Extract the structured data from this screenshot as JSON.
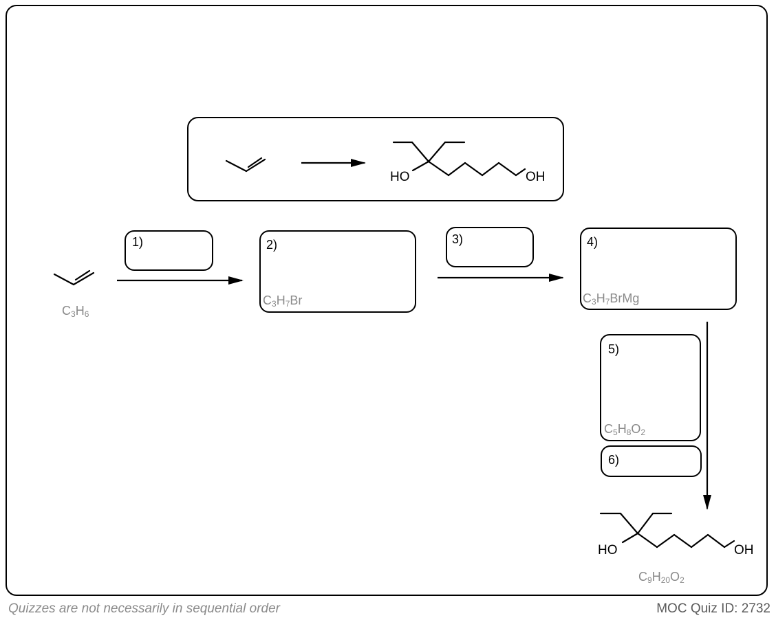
{
  "quiz": {
    "footer_note": "Quizzes are not necessarily in sequential order",
    "quiz_id_text": "MOC Quiz ID: 2732"
  },
  "overview": {
    "starting_material_icon": "propene-skeletal-structure",
    "product_icon": "diol-skeletal-structure",
    "product_labels": {
      "left_oh": "HO",
      "right_oh": "OH"
    }
  },
  "scheme": {
    "starting_material": {
      "formula": [
        {
          "t": "C"
        },
        {
          "s": "3"
        },
        {
          "t": "H"
        },
        {
          "s": "6"
        }
      ]
    },
    "steps": [
      {
        "label": "1)"
      },
      {
        "label": "2)",
        "formula": [
          {
            "t": "C"
          },
          {
            "s": "3"
          },
          {
            "t": "H"
          },
          {
            "s": "7"
          },
          {
            "t": "Br"
          }
        ]
      },
      {
        "label": "3)"
      },
      {
        "label": "4)",
        "formula": [
          {
            "t": "C"
          },
          {
            "s": "3"
          },
          {
            "t": "H"
          },
          {
            "s": "7"
          },
          {
            "t": "BrMg"
          }
        ]
      },
      {
        "label": "5)",
        "formula": [
          {
            "t": "C"
          },
          {
            "s": "5"
          },
          {
            "t": "H"
          },
          {
            "s": "8"
          },
          {
            "t": "O"
          },
          {
            "s": "2"
          }
        ]
      },
      {
        "label": "6)"
      }
    ],
    "final_product": {
      "labels": {
        "left_oh": "HO",
        "right_oh": "OH"
      },
      "formula": [
        {
          "t": "C"
        },
        {
          "s": "9"
        },
        {
          "t": "H"
        },
        {
          "s": "20"
        },
        {
          "t": "O"
        },
        {
          "s": "2"
        }
      ]
    }
  }
}
